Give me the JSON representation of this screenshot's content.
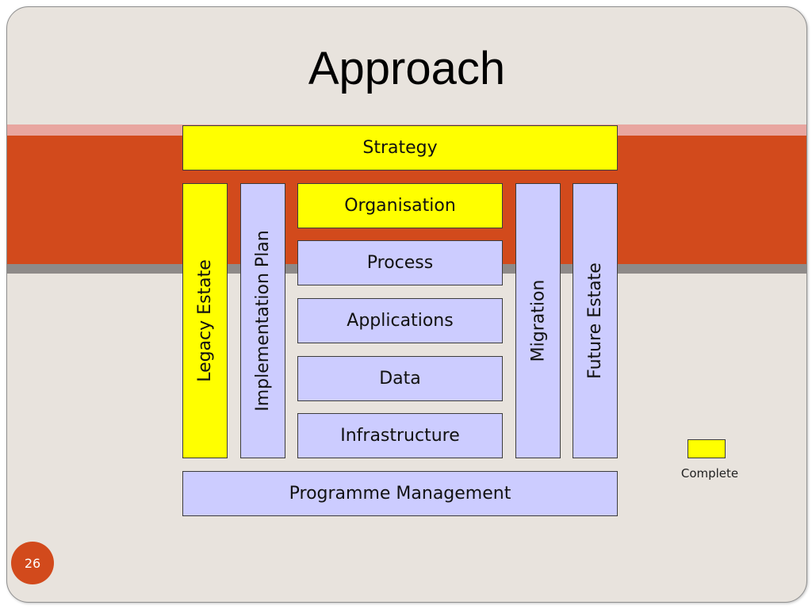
{
  "slide": {
    "title": "Approach",
    "page_number": "26"
  },
  "diagram": {
    "strategy": "Strategy",
    "legacy_estate": "Legacy Estate",
    "implementation_plan": "Implementation Plan",
    "organisation": "Organisation",
    "process": "Process",
    "applications": "Applications",
    "data": "Data",
    "infrastructure": "Infrastructure",
    "migration": "Migration",
    "future_estate": "Future Estate",
    "programme_management": "Programme Management"
  },
  "legend": {
    "label": "Complete",
    "color": "#ffff00"
  },
  "colors": {
    "complete": "#ffff00",
    "pending": "#ccccff",
    "band": "#d24a1c"
  }
}
